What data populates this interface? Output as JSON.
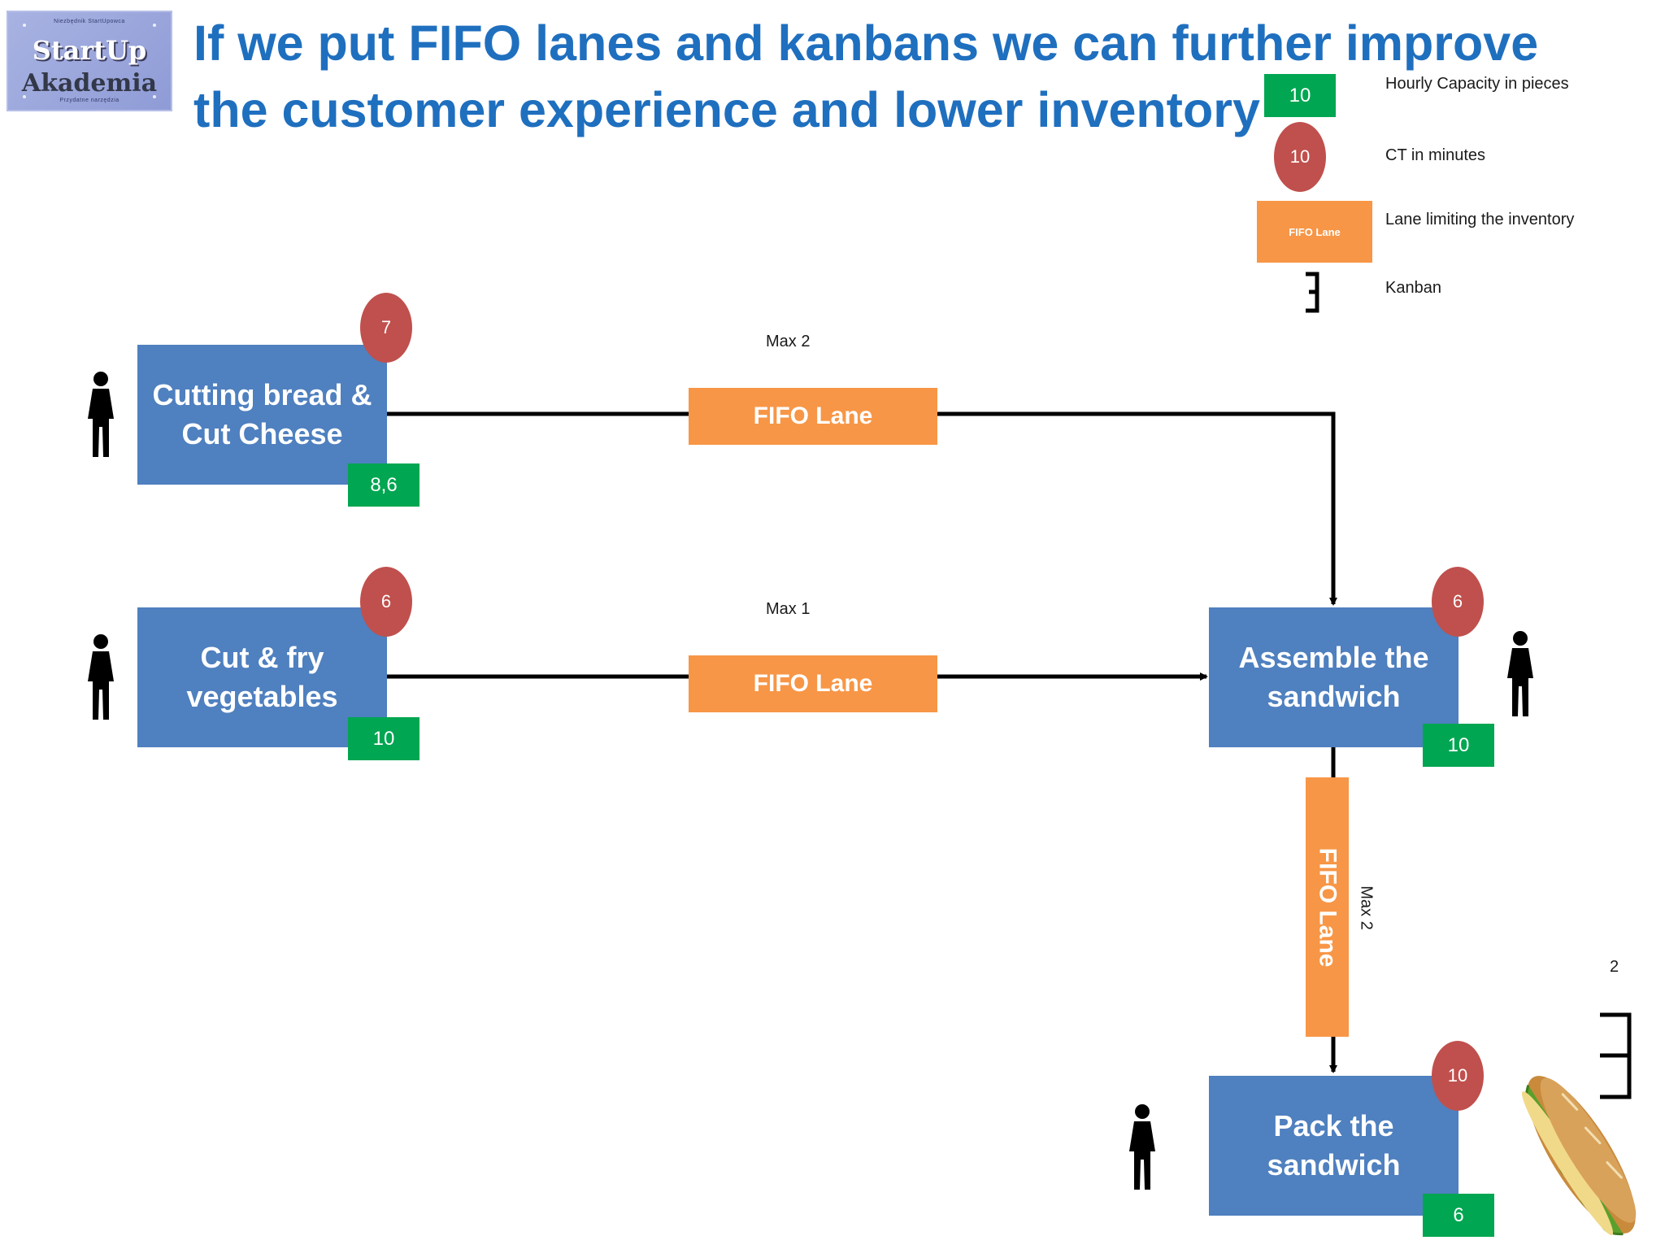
{
  "logo": {
    "top_text": "Niezbędnik StartUpowca",
    "line1": "StartUp",
    "line2": "Akademia",
    "bottom_text": "Przydatne narzędzia"
  },
  "title": "If we put FIFO lanes and kanbans we can further improve the customer experience and lower inventory",
  "legend": {
    "capacity_value": "10",
    "capacity_label": "Hourly Capacity in pieces",
    "ct_value": "10",
    "ct_label": "CT  in minutes",
    "fifo_value": "FIFO Lane",
    "fifo_label": "Lane limiting the inventory",
    "kanban_label": "Kanban"
  },
  "processes": {
    "cutting": {
      "line1": "Cutting bread &",
      "line2": "Cut Cheese",
      "ct": "7",
      "capacity": "8,6"
    },
    "veg": {
      "line1": "Cut & fry",
      "line2": "vegetables",
      "ct": "6",
      "capacity": "10"
    },
    "assemble": {
      "line1": "Assemble the",
      "line2": "sandwich",
      "ct": "6",
      "capacity": "10"
    },
    "pack": {
      "line1": "Pack the",
      "line2": "sandwich",
      "ct": "10",
      "capacity": "6"
    }
  },
  "lanes": {
    "top": {
      "label": "FIFO Lane",
      "max": "Max 2"
    },
    "middle": {
      "label": "FIFO Lane",
      "max": "Max 1"
    },
    "vertical": {
      "label": "FIFO Lane",
      "max": "Max 2"
    }
  },
  "kanban_count": "2",
  "colors": {
    "process": "#4f80bf",
    "cycle_time": "#c0504d",
    "capacity": "#00a651",
    "fifo": "#f79646",
    "title": "#1f6fbf"
  }
}
